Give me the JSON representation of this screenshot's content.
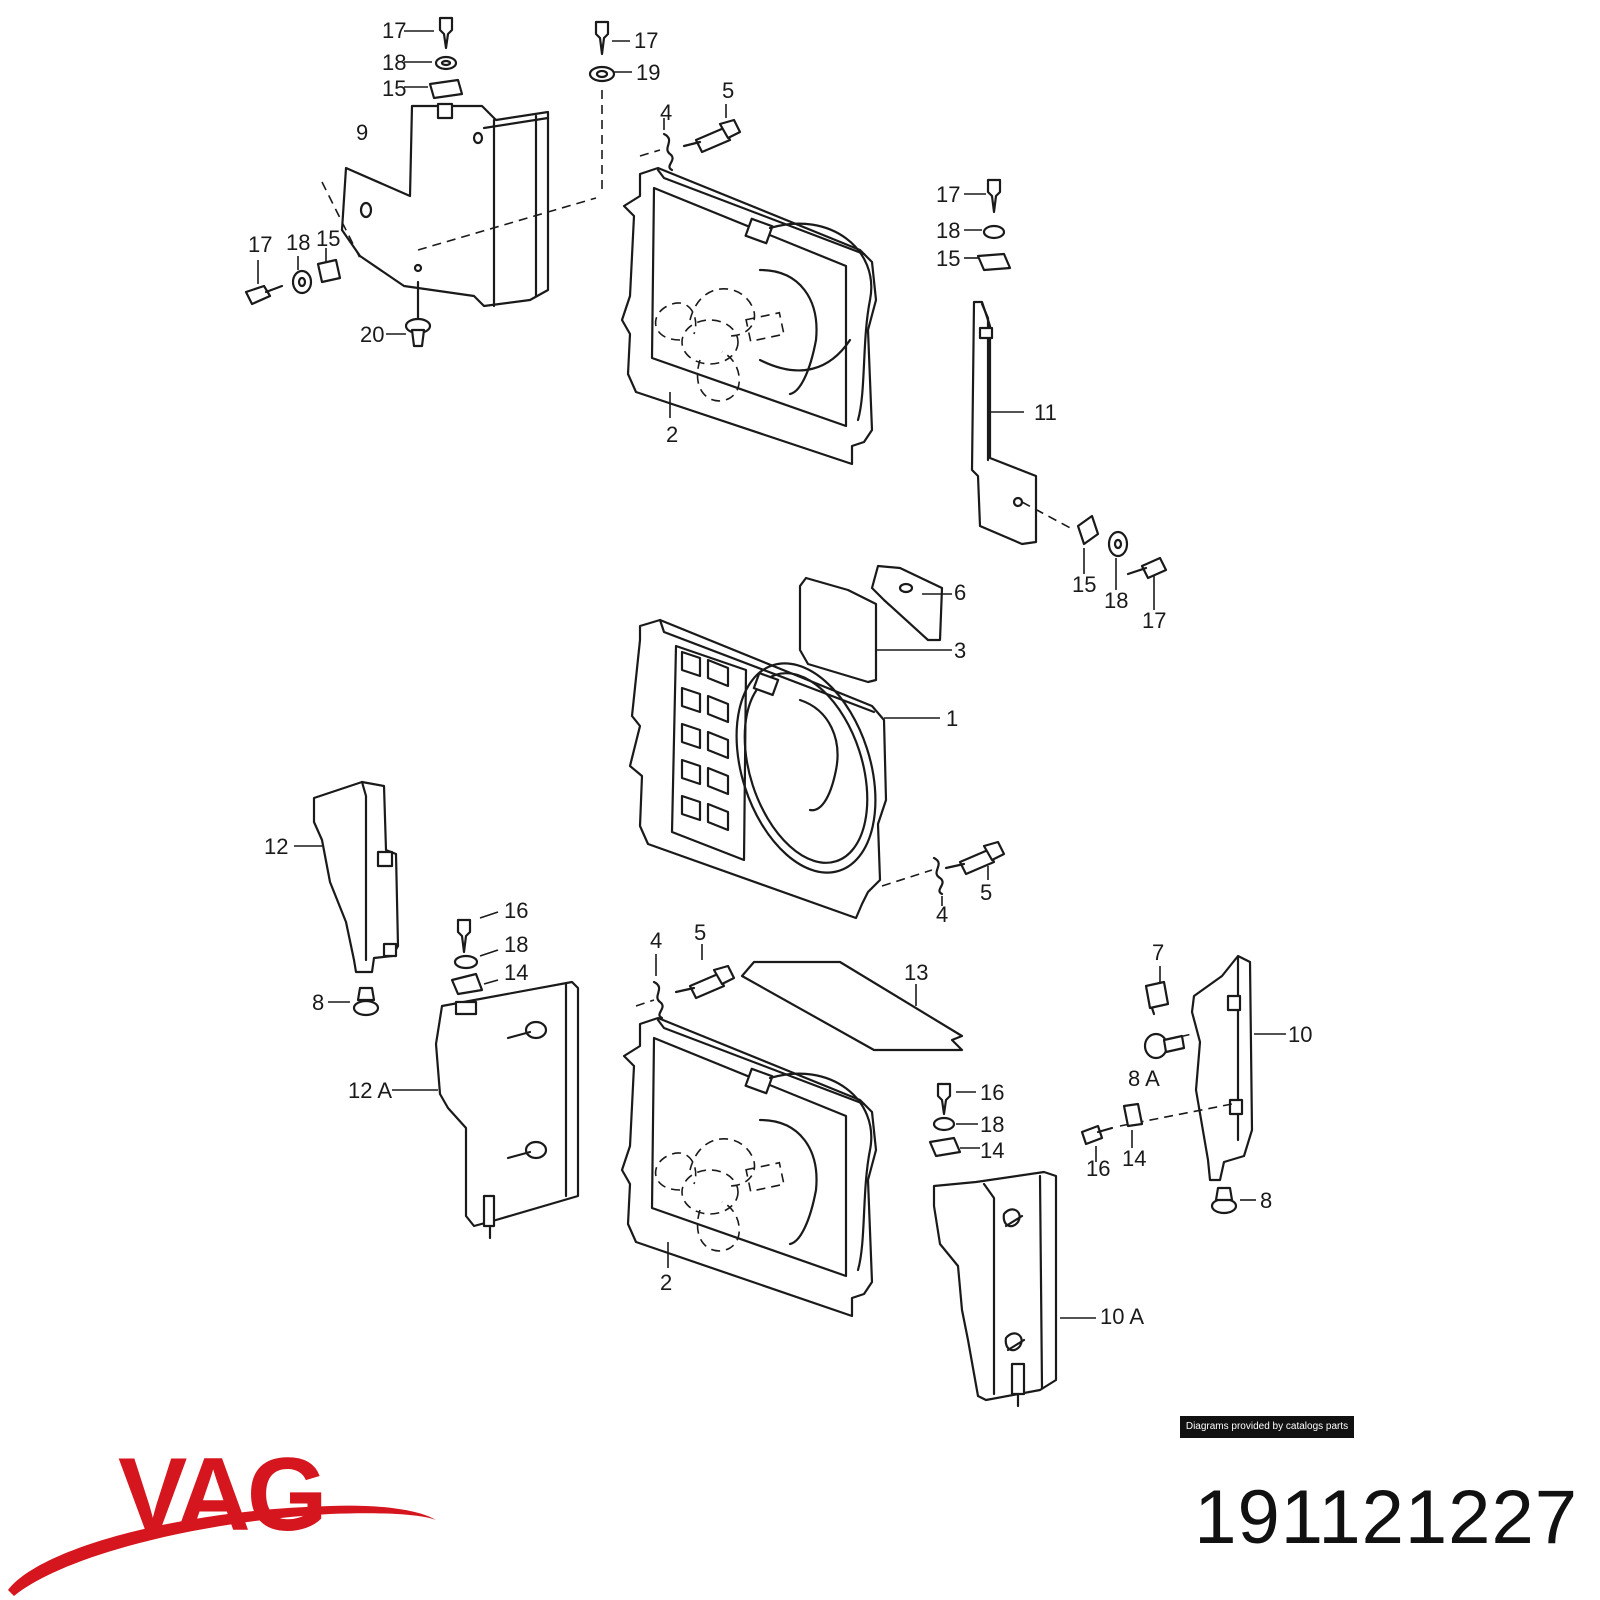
{
  "diagram": {
    "callouts": {
      "top_screw_17a": "17",
      "top_washer_18a": "18",
      "top_clip_15a": "15",
      "top_screw_17b": "17",
      "top_washer_19": "19",
      "shroud_9": "9",
      "left_screw_17": "17",
      "left_washer_18": "18",
      "left_clip_15": "15",
      "rivet_20": "20",
      "clip_4_top": "4",
      "bolt_5_top": "5",
      "frame_2_top": "2",
      "r_screw_17": "17",
      "r_washer_18": "18",
      "r_clip_15": "15",
      "bracket_11": "11",
      "b_clip_15": "15",
      "b_washer_18": "18",
      "b_screw_17": "17",
      "seal_6": "6",
      "plate_3": "3",
      "shroud_1": "1",
      "clip_4_mid": "4",
      "bolt_5_mid": "5",
      "panel_12": "12",
      "rivet_8_left": "8",
      "screw_16_left": "16",
      "washer_18_left": "18",
      "clip_14_left": "14",
      "panel_12a": "12 A",
      "clip_4_bot": "4",
      "bolt_5_bot": "5",
      "strip_13": "13",
      "frame_2_bot": "2",
      "screw_16_mid": "16",
      "washer_18_mid": "18",
      "clip_14_mid": "14",
      "panel_10a": "10 A",
      "clip_7": "7",
      "panel_10": "10",
      "rivet_8a": "8 A",
      "screw_16_right": "16",
      "clip_14_right": "14",
      "rivet_8_right": "8"
    }
  },
  "credit": "Diagrams provided by catalogs parts",
  "brand": {
    "name": "VAG",
    "color": "#d5161e"
  },
  "part_number": "191121227"
}
